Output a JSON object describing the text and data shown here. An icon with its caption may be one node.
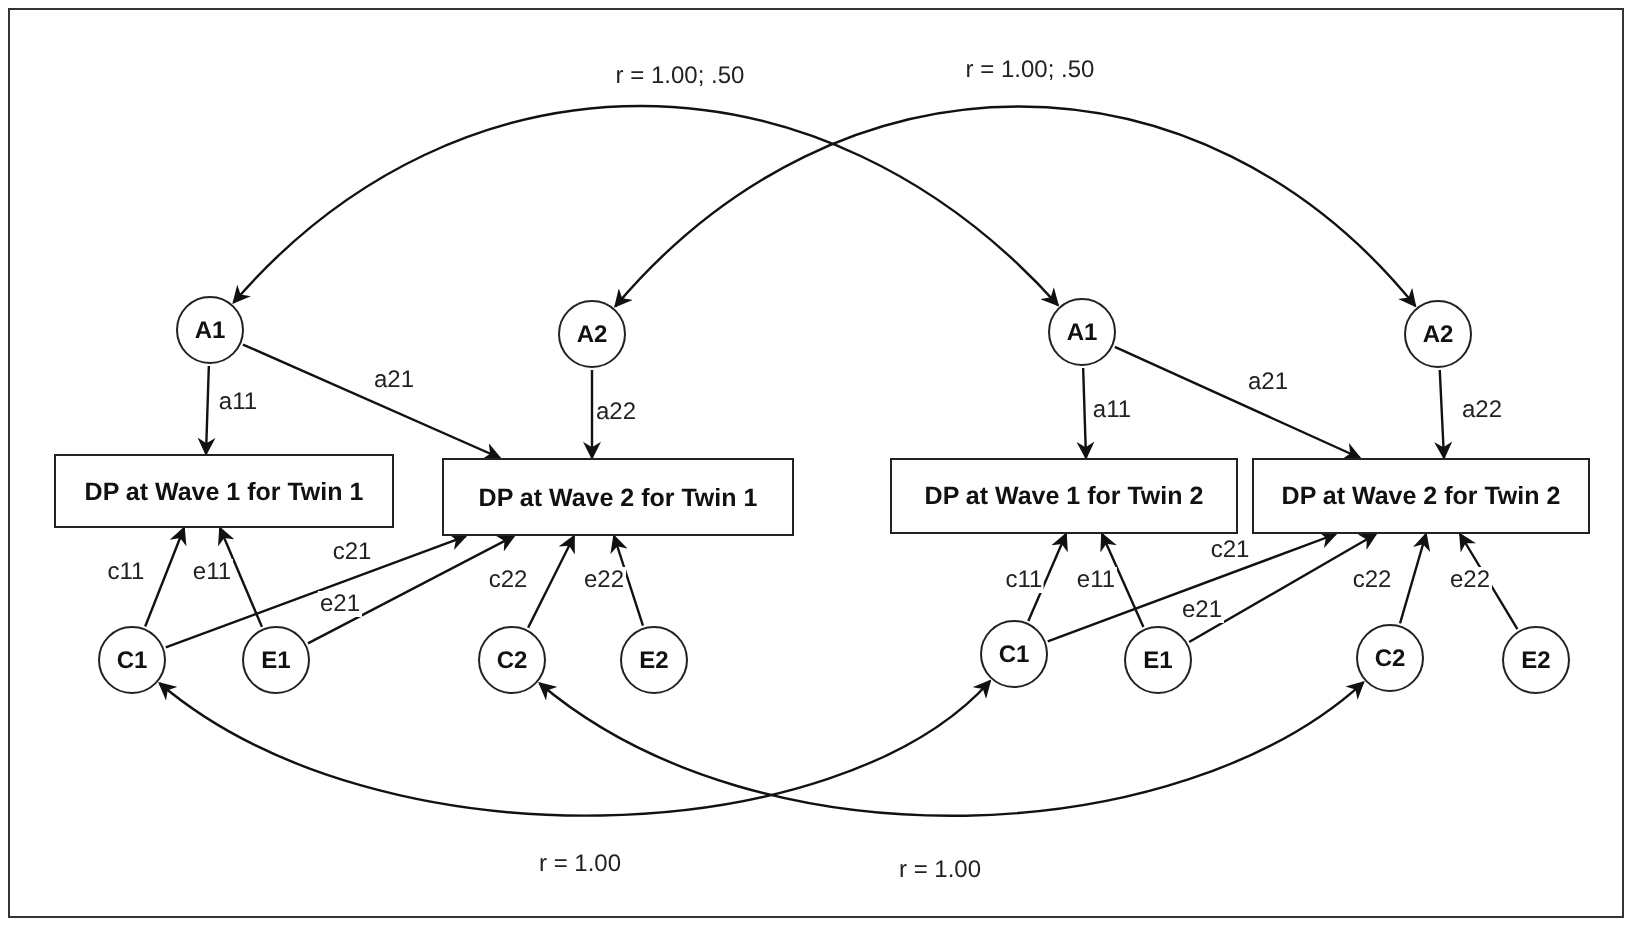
{
  "diagram": {
    "nodes": [
      {
        "text": [
          "A1"
        ]
      },
      {
        "text": [
          "A2"
        ]
      },
      {
        "text": [
          "A1"
        ]
      },
      {
        "text": [
          "A2"
        ]
      },
      {
        "text": [
          "DP at Wave 1 for Twin 1"
        ]
      },
      {
        "text": [
          "DP at Wave 2 for Twin 1"
        ]
      },
      {
        "text": [
          "DP at Wave 1 for Twin 2"
        ]
      },
      {
        "text": [
          "DP at Wave 2 for Twin 2"
        ]
      },
      {
        "text": [
          "C1"
        ]
      },
      {
        "text": [
          "E1"
        ]
      },
      {
        "text": [
          "C2"
        ]
      },
      {
        "text": [
          "E2"
        ]
      },
      {
        "text": [
          "C1"
        ]
      },
      {
        "text": [
          "E1"
        ]
      },
      {
        "text": [
          "C2"
        ]
      },
      {
        "text": [
          "E2"
        ]
      }
    ],
    "edges": [
      {
        "from": 0,
        "to": 4,
        "arrow": "to",
        "label": "a11"
      },
      {
        "from": 0,
        "to": 5,
        "arrow": "to",
        "label": "a21"
      },
      {
        "from": 1,
        "to": 5,
        "arrow": "to",
        "label": "a22"
      },
      {
        "from": 8,
        "to": 4,
        "arrow": "to",
        "label": "c11"
      },
      {
        "from": 9,
        "to": 4,
        "arrow": "to",
        "label": "e11"
      },
      {
        "from": 8,
        "to": 5,
        "arrow": "to",
        "label": "c21"
      },
      {
        "from": 9,
        "to": 5,
        "arrow": "to",
        "label": "e21"
      },
      {
        "from": 10,
        "to": 5,
        "arrow": "to",
        "label": "c22"
      },
      {
        "from": 11,
        "to": 5,
        "arrow": "to",
        "label": "e22"
      },
      {
        "from": 2,
        "to": 6,
        "arrow": "to",
        "label": "a11"
      },
      {
        "from": 2,
        "to": 7,
        "arrow": "to",
        "label": "a21"
      },
      {
        "from": 3,
        "to": 7,
        "arrow": "to",
        "label": "a22"
      },
      {
        "from": 12,
        "to": 6,
        "arrow": "to",
        "label": "c11"
      },
      {
        "from": 13,
        "to": 6,
        "arrow": "to",
        "label": "e11"
      },
      {
        "from": 12,
        "to": 7,
        "arrow": "to",
        "label": "c21"
      },
      {
        "from": 13,
        "to": 7,
        "arrow": "to",
        "label": "e21"
      },
      {
        "from": 14,
        "to": 7,
        "arrow": "to",
        "label": "c22"
      },
      {
        "from": 15,
        "to": 7,
        "arrow": "to",
        "label": "e22"
      },
      {
        "from": 0,
        "to": 2,
        "arrow": "both",
        "label": "r = 1.00; .50"
      },
      {
        "from": 1,
        "to": 3,
        "arrow": "both",
        "label": "r = 1.00; .50"
      },
      {
        "from": 8,
        "to": 12,
        "arrow": "both",
        "label": "r = 1.00"
      },
      {
        "from": 10,
        "to": 14,
        "arrow": "both",
        "label": "r = 1.00"
      }
    ]
  }
}
